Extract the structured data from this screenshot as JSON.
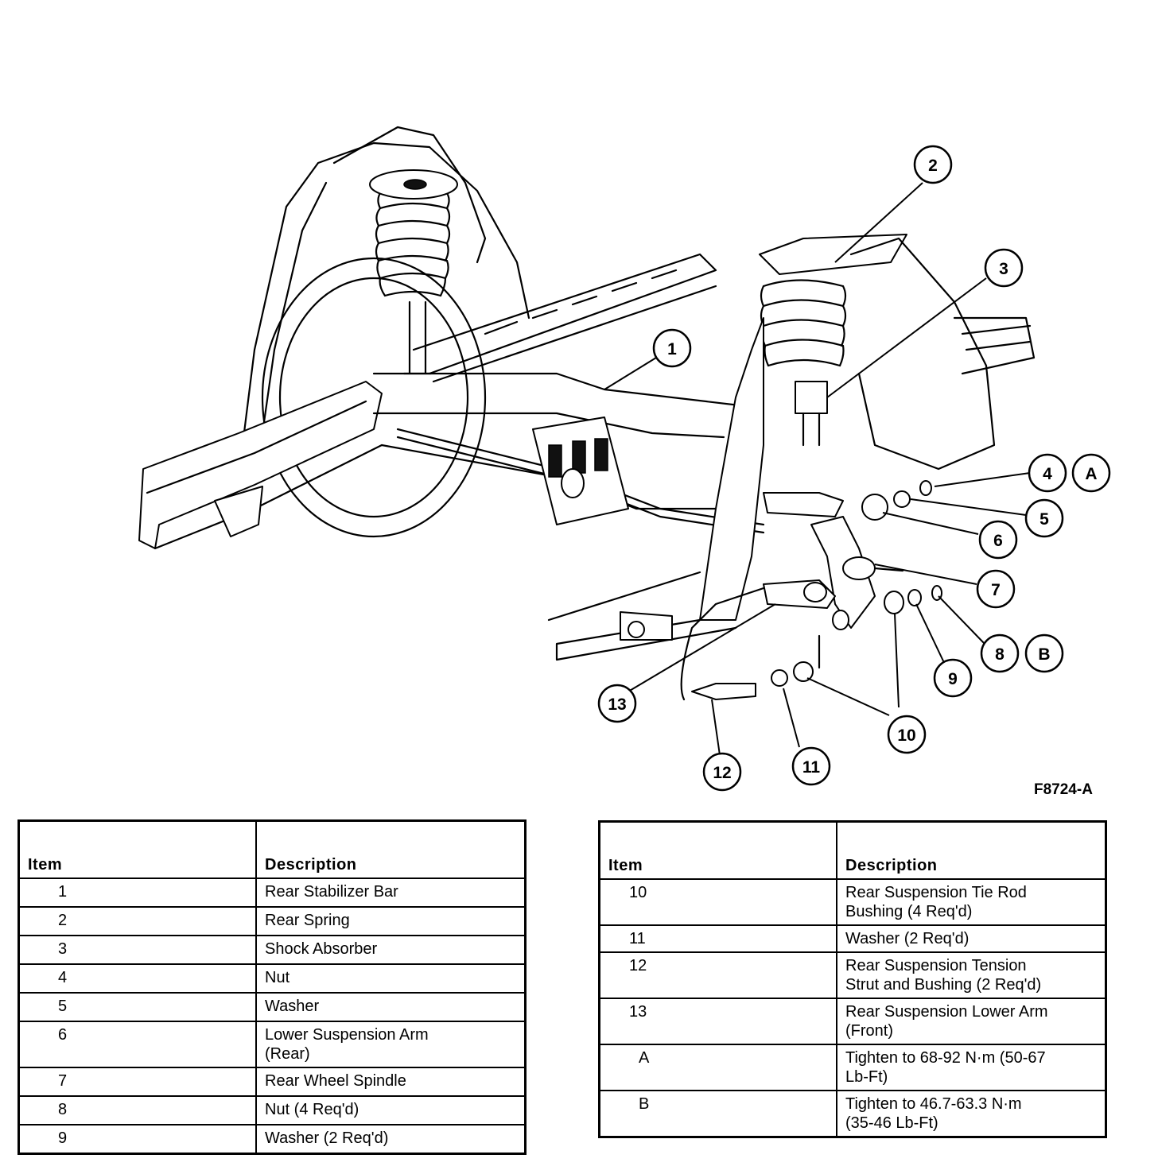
{
  "figure": {
    "code": "F8724-A",
    "callouts": [
      "1",
      "2",
      "3",
      "4",
      "A",
      "5",
      "6",
      "7",
      "8",
      "B",
      "9",
      "10",
      "11",
      "12",
      "13"
    ]
  },
  "table_left": {
    "headers": [
      "Item",
      "Description"
    ],
    "rows": [
      {
        "item": "1",
        "desc": [
          "Rear Stabilizer Bar"
        ]
      },
      {
        "item": "2",
        "desc": [
          "Rear Spring"
        ]
      },
      {
        "item": "3",
        "desc": [
          "Shock Absorber"
        ]
      },
      {
        "item": "4",
        "desc": [
          "Nut"
        ]
      },
      {
        "item": "5",
        "desc": [
          "Washer"
        ]
      },
      {
        "item": "6",
        "desc": [
          "Lower Suspension Arm",
          "(Rear)"
        ]
      },
      {
        "item": "7",
        "desc": [
          "Rear Wheel Spindle"
        ]
      },
      {
        "item": "8",
        "desc": [
          "Nut (4 Req'd)"
        ]
      },
      {
        "item": "9",
        "desc": [
          "Washer (2 Req'd)"
        ]
      }
    ]
  },
  "table_right": {
    "headers": [
      "Item",
      "Description"
    ],
    "rows": [
      {
        "item": "10",
        "desc": [
          "Rear Suspension Tie Rod",
          "Bushing  (4 Req'd)"
        ]
      },
      {
        "item": "11",
        "desc": [
          "Washer (2 Req'd)"
        ]
      },
      {
        "item": "12",
        "desc": [
          "Rear Suspension Tension",
          "Strut and Bushing  (2 Req'd)"
        ]
      },
      {
        "item": "13",
        "desc": [
          "Rear Suspension Lower Arm",
          "(Front)"
        ]
      },
      {
        "item": "A",
        "desc": [
          "Tighten to 68-92 N·m (50-67",
          "Lb-Ft)"
        ]
      },
      {
        "item": "B",
        "desc": [
          "Tighten to 46.7-63.3 N·m",
          "(35-46 Lb-Ft)"
        ]
      }
    ]
  }
}
